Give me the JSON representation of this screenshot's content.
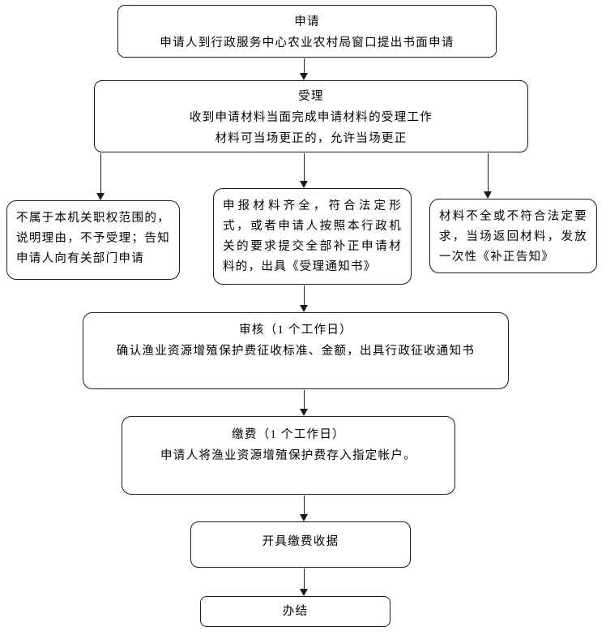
{
  "diagram": {
    "type": "flowchart",
    "background_color": "#ffffff",
    "line_color": "#1a1a1a",
    "text_color": "#000000",
    "nodes": {
      "apply": {
        "title": "申请",
        "line1": "申请人到行政服务中心农业农村局窗口提出书面申请"
      },
      "accept": {
        "title": "受理",
        "line1": "收到申请材料当面完成申请材料的受理工作",
        "line2": "材料可当场更正的，允许当场更正"
      },
      "not_accepted": {
        "text": "不属于本机关职权范围的，说明理由，不予受理；告知申请人向有关部门申请"
      },
      "acceptance_notice": {
        "text": "申报材料齐全，符合法定形式，或者申请人按照本行政机关的要求提交全部补正申请材料的，出具《受理通知书》"
      },
      "supplement_notice": {
        "text": "材料不全或不符合法定要求，当场返回材料，发放一次性《补正告知》"
      },
      "review": {
        "title": "审核（1 个工作日）",
        "line1": "确认渔业资源增殖保护费征收标准、金额，出具行政征收通知书"
      },
      "pay": {
        "title": "缴费（1 个工作日）",
        "line1": "申请人将渔业资源增殖保护费存入指定帐户。"
      },
      "receipt": {
        "title": "开具缴费收据"
      },
      "done": {
        "title": "办结"
      }
    }
  }
}
